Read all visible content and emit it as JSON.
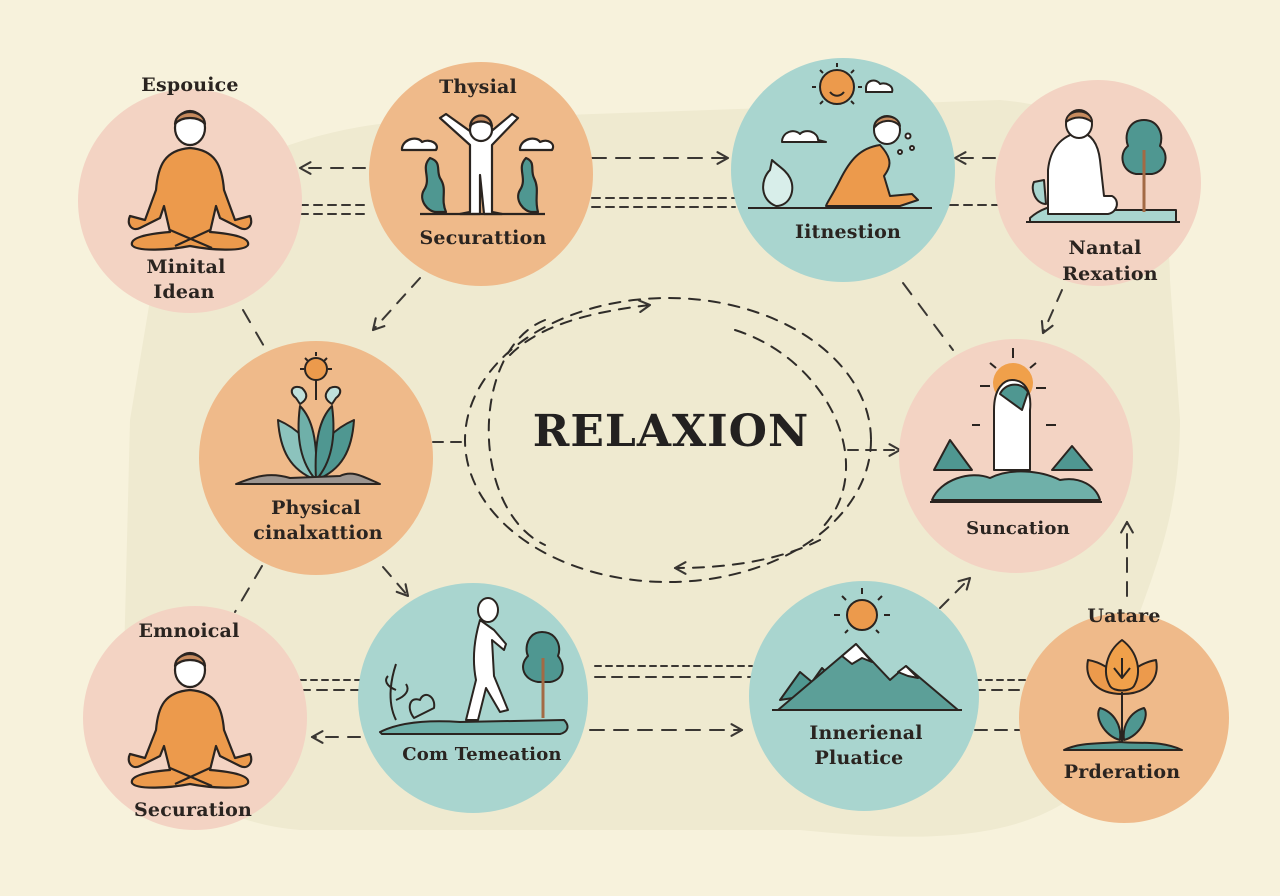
{
  "colors": {
    "background": "#f7f2dc",
    "blob": "#efead0",
    "pink": "#f3d3c3",
    "orange": "#efba8a",
    "teal": "#a9d5cf",
    "ink": "#2a2420",
    "figure_orange": "#ec9a4c",
    "leaf_teal": "#4f9791",
    "hair_brown": "#c78b5e"
  },
  "center": {
    "title": "RELAXION",
    "icon": "cycle-dashed-arrows-icon"
  },
  "nodes": [
    {
      "id": "n1",
      "color": "pink",
      "top_label": "Espouice",
      "bottom_label": [
        "Minital",
        "Idean"
      ],
      "icon": "meditating-person-icon"
    },
    {
      "id": "n2",
      "color": "orange",
      "top_label": "Thysial",
      "bottom_label": [
        "Securattion"
      ],
      "icon": "person-arms-raised-icon"
    },
    {
      "id": "n3",
      "color": "teal",
      "top_label": "",
      "bottom_label": [
        "Iitnestion"
      ],
      "icon": "sitting-person-sun-icon"
    },
    {
      "id": "n4",
      "color": "pink",
      "top_label": "",
      "bottom_label": [
        "Nantal",
        "Rexation"
      ],
      "icon": "person-with-tree-icon"
    },
    {
      "id": "n5",
      "color": "orange",
      "top_label": "",
      "bottom_label": [
        "Physical",
        "cinalxattion"
      ],
      "icon": "plant-sun-icon"
    },
    {
      "id": "n6",
      "color": "pink",
      "top_label": "",
      "bottom_label": [
        "Suncation"
      ],
      "icon": "rock-landscape-icon"
    },
    {
      "id": "n7",
      "color": "pink",
      "top_label": "Emnoical",
      "bottom_label": [
        "Securation"
      ],
      "icon": "meditating-person-icon"
    },
    {
      "id": "n8",
      "color": "teal",
      "top_label": "",
      "bottom_label": [
        "Com Temeation"
      ],
      "icon": "walking-person-icon"
    },
    {
      "id": "n9",
      "color": "teal",
      "top_label": "",
      "bottom_label": [
        "Innerienal",
        "Pluatice"
      ],
      "icon": "mountain-sun-icon"
    },
    {
      "id": "n10",
      "color": "orange",
      "top_label": "Uatare",
      "bottom_label": [
        "Prderation"
      ],
      "icon": "lotus-flower-icon"
    }
  ],
  "connectors": [
    {
      "from": "n2",
      "to": "n1",
      "style": "dashed-arrow"
    },
    {
      "from": "n2",
      "to": "n3",
      "style": "dashed-arrow"
    },
    {
      "from": "n4",
      "to": "n3",
      "style": "dashed-arrow"
    },
    {
      "from": "n2",
      "to": "n5",
      "style": "dashed-arrow"
    },
    {
      "from": "n4",
      "to": "n6",
      "style": "dashed-arrow"
    },
    {
      "from": "n5",
      "to": "n8",
      "style": "dashed-arrow"
    },
    {
      "from": "center",
      "to": "n6",
      "style": "dashed-arrow"
    },
    {
      "from": "n9",
      "to": "n6",
      "style": "dashed-arrow"
    },
    {
      "from": "n10",
      "to": "n6",
      "style": "dashed-arrow"
    },
    {
      "from": "n8",
      "to": "n7",
      "style": "dashed-arrow"
    },
    {
      "from": "n8",
      "to": "n9",
      "style": "dashed-arrow"
    }
  ]
}
